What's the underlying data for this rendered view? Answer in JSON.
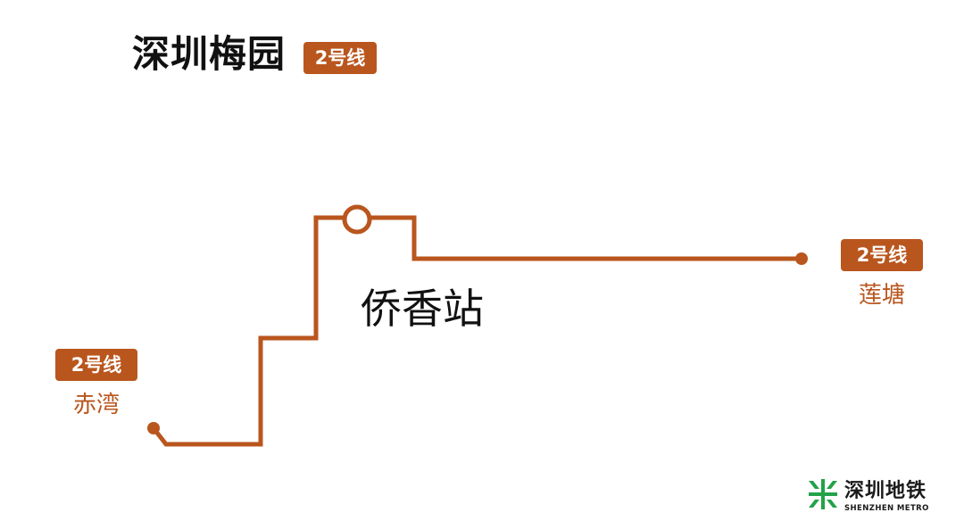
{
  "title": "深圳梅园",
  "line_badge": "2号线",
  "current_station": "侨香站",
  "left_terminal": {
    "badge": "2号线",
    "name": "赤湾"
  },
  "right_terminal": {
    "badge": "2号线",
    "name": "莲塘"
  },
  "logo": {
    "cn": "深圳地铁",
    "en": "SHENZHEN METRO",
    "icon": "shenzhen-metro-logo-icon"
  },
  "colors": {
    "line": "#b9561e",
    "logo_green": "#22a24a"
  }
}
